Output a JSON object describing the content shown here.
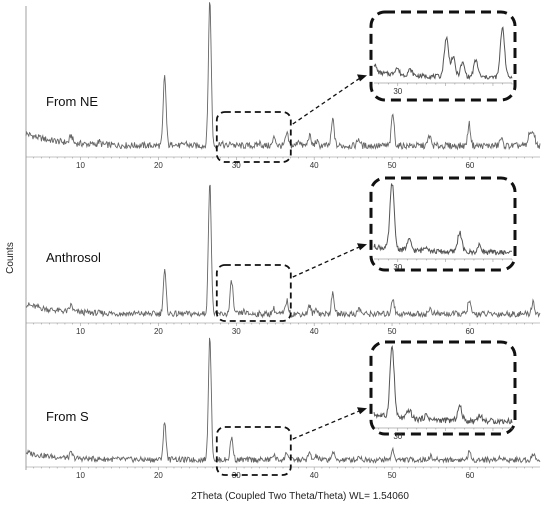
{
  "chart_data": {
    "type": "line",
    "xlabel": "2Theta (Coupled Two Theta/Theta) WL= 1.54060",
    "ylabel": "Counts",
    "xlim": [
      3,
      69
    ],
    "x_ticks": [
      "10",
      "20",
      "30",
      "40",
      "50",
      "60"
    ],
    "inset_tick_label": "30",
    "series": [
      {
        "name": "From NE",
        "background": 0.07,
        "peaks": [
          [
            8.8,
            0.05
          ],
          [
            12.4,
            0.02
          ],
          [
            20.8,
            0.48
          ],
          [
            22.0,
            0.02
          ],
          [
            23.5,
            0.02
          ],
          [
            26.6,
            1.0
          ],
          [
            28.0,
            0.02
          ],
          [
            29.4,
            0.02
          ],
          [
            33.0,
            0.02
          ],
          [
            34.9,
            0.06
          ],
          [
            36.5,
            0.08
          ],
          [
            38.0,
            0.04
          ],
          [
            39.4,
            0.07
          ],
          [
            40.3,
            0.03
          ],
          [
            42.4,
            0.18
          ],
          [
            45.7,
            0.05
          ],
          [
            50.1,
            0.22
          ],
          [
            54.8,
            0.07
          ],
          [
            59.9,
            0.15
          ],
          [
            64.0,
            0.05
          ],
          [
            67.7,
            0.1
          ],
          [
            68.2,
            0.09
          ]
        ],
        "inset_peaks": [
          [
            27.5,
            0.15
          ],
          [
            29.9,
            0.12
          ],
          [
            31.3,
            0.1
          ],
          [
            35.1,
            0.7
          ],
          [
            35.8,
            0.35
          ],
          [
            36.8,
            0.25
          ],
          [
            38.2,
            0.3
          ],
          [
            41.0,
            0.9
          ]
        ]
      },
      {
        "name": "Anthrosol",
        "background": 0.06,
        "peaks": [
          [
            8.8,
            0.05
          ],
          [
            20.8,
            0.32
          ],
          [
            26.6,
            1.0
          ],
          [
            29.4,
            0.25
          ],
          [
            31.0,
            0.02
          ],
          [
            34.8,
            0.04
          ],
          [
            36.5,
            0.1
          ],
          [
            39.4,
            0.06
          ],
          [
            40.3,
            0.04
          ],
          [
            42.4,
            0.15
          ],
          [
            45.8,
            0.04
          ],
          [
            50.1,
            0.12
          ],
          [
            54.9,
            0.04
          ],
          [
            59.9,
            0.1
          ],
          [
            68.1,
            0.09
          ]
        ],
        "inset_peaks": [
          [
            29.4,
            1.0
          ],
          [
            31.2,
            0.15
          ],
          [
            33.0,
            0.08
          ],
          [
            36.5,
            0.3
          ],
          [
            38.6,
            0.1
          ]
        ]
      },
      {
        "name": "From S",
        "background": 0.05,
        "peaks": [
          [
            8.8,
            0.04
          ],
          [
            20.8,
            0.3
          ],
          [
            22.0,
            0.02
          ],
          [
            26.6,
            1.0
          ],
          [
            29.4,
            0.18
          ],
          [
            34.8,
            0.04
          ],
          [
            36.5,
            0.06
          ],
          [
            39.4,
            0.05
          ],
          [
            40.3,
            0.03
          ],
          [
            42.4,
            0.06
          ],
          [
            45.8,
            0.03
          ],
          [
            50.1,
            0.08
          ],
          [
            54.9,
            0.03
          ],
          [
            59.9,
            0.06
          ],
          [
            64.0,
            0.03
          ],
          [
            68.1,
            0.05
          ]
        ],
        "inset_peaks": [
          [
            29.4,
            1.0
          ],
          [
            31.2,
            0.12
          ],
          [
            33.0,
            0.06
          ],
          [
            36.5,
            0.2
          ],
          [
            38.6,
            0.08
          ]
        ]
      }
    ],
    "zoom_range": [
      27.5,
      37.0
    ],
    "inset_range": [
      27.5,
      42
    ]
  }
}
